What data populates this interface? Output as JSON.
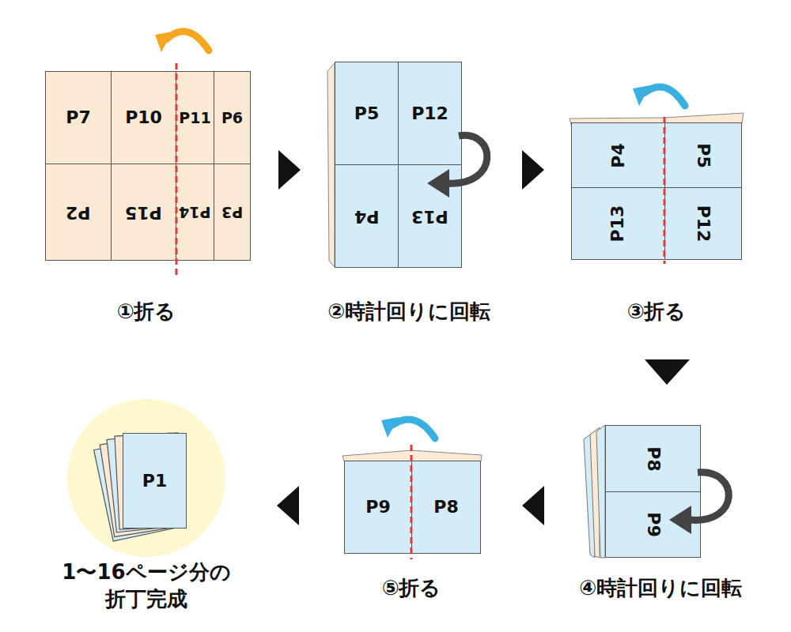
{
  "diagram": {
    "nodes": [
      {
        "text": [
          "P7"
        ]
      },
      {
        "text": [
          "P10"
        ]
      },
      {
        "text": [
          "P11"
        ]
      },
      {
        "text": [
          "P6"
        ]
      },
      {
        "text": [
          "P2"
        ]
      },
      {
        "text": [
          "P15"
        ]
      },
      {
        "text": [
          "P14"
        ]
      },
      {
        "text": [
          "P3"
        ]
      },
      {
        "text": [
          "P5"
        ]
      },
      {
        "text": [
          "P12"
        ]
      },
      {
        "text": [
          "P4"
        ]
      },
      {
        "text": [
          "P13"
        ]
      },
      {
        "text": [
          "P4"
        ]
      },
      {
        "text": [
          "P5"
        ]
      },
      {
        "text": [
          "P13"
        ]
      },
      {
        "text": [
          "P12"
        ]
      },
      {
        "text": [
          "P8"
        ]
      },
      {
        "text": [
          "P9"
        ]
      },
      {
        "text": [
          "P9"
        ]
      },
      {
        "text": [
          "P8"
        ]
      },
      {
        "text": [
          "P1"
        ]
      }
    ],
    "labels": [
      "①折る",
      "②時計回りに回転",
      "③折る",
      "④時計回りに回転",
      "⑤折る",
      "1〜16ページ分の 折丁完成"
    ]
  }
}
